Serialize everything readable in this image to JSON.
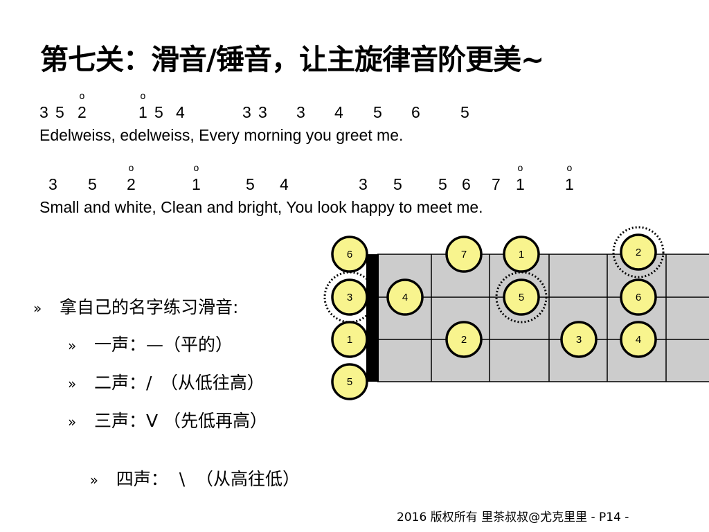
{
  "title": "第七关：滑音/锤音，让主旋律音阶更美~",
  "score": {
    "line1_notes": [
      {
        "n": "3",
        "dot": false
      },
      {
        "n": "5",
        "dot": false
      },
      {
        "n": "2",
        "dot": true
      },
      {
        "n": "1",
        "dot": true
      },
      {
        "n": "5",
        "dot": false
      },
      {
        "n": "4",
        "dot": false
      },
      {
        "n": "3",
        "dot": false
      },
      {
        "n": "3",
        "dot": false
      },
      {
        "n": "3",
        "dot": false
      },
      {
        "n": "4",
        "dot": false
      },
      {
        "n": "5",
        "dot": false
      },
      {
        "n": "6",
        "dot": false
      },
      {
        "n": "5",
        "dot": false
      }
    ],
    "line1_lyric": "Edelweiss, edelweiss,  Every morning you greet me.",
    "line2_notes": [
      {
        "n": "3",
        "dot": false
      },
      {
        "n": "5",
        "dot": false
      },
      {
        "n": "2",
        "dot": true
      },
      {
        "n": "1",
        "dot": true
      },
      {
        "n": "5",
        "dot": false
      },
      {
        "n": "4",
        "dot": false
      },
      {
        "n": "3",
        "dot": false
      },
      {
        "n": "5",
        "dot": false
      },
      {
        "n": "5",
        "dot": false
      },
      {
        "n": "6",
        "dot": false
      },
      {
        "n": "7",
        "dot": false
      },
      {
        "n": "1",
        "dot": true
      },
      {
        "n": "1",
        "dot": true
      }
    ],
    "line2_lyric": "Small and white,  Clean and bright,   You look happy to meet me.",
    "dot_glyph": "o"
  },
  "bullets": {
    "marker": "»",
    "main": "拿自己的名字练习滑音:",
    "items": [
      "一声：—（平的）",
      "二声：/　（从低往高）",
      "三声：V （先低再高）",
      "四声：  \\  （从高往低）"
    ]
  },
  "fretboard": {
    "colors": {
      "board": "#cccccc",
      "note": "#f8f48e",
      "nut": "#000000"
    },
    "notes": [
      {
        "label": "6",
        "string": 1,
        "fret": 0,
        "highlight": false
      },
      {
        "label": "3",
        "string": 2,
        "fret": 0,
        "highlight": true
      },
      {
        "label": "1",
        "string": 3,
        "fret": 0,
        "highlight": false
      },
      {
        "label": "5",
        "string": 4,
        "fret": 0,
        "highlight": false
      },
      {
        "label": "4",
        "string": 2,
        "fret": 1,
        "highlight": false
      },
      {
        "label": "7",
        "string": 1,
        "fret": 2,
        "highlight": false
      },
      {
        "label": "2",
        "string": 3,
        "fret": 2,
        "highlight": false
      },
      {
        "label": "1",
        "string": 1,
        "fret": 3,
        "highlight": false
      },
      {
        "label": "5",
        "string": 2,
        "fret": 3,
        "highlight": true
      },
      {
        "label": "3",
        "string": 3,
        "fret": 4,
        "highlight": false
      },
      {
        "label": "2",
        "string": 1,
        "fret": 5,
        "highlight": true
      },
      {
        "label": "6",
        "string": 2,
        "fret": 5,
        "highlight": false
      },
      {
        "label": "4",
        "string": 3,
        "fret": 5,
        "highlight": false
      }
    ]
  },
  "footer": "2016 版权所有  里茶叔叔@尤克里里   - P14 -"
}
